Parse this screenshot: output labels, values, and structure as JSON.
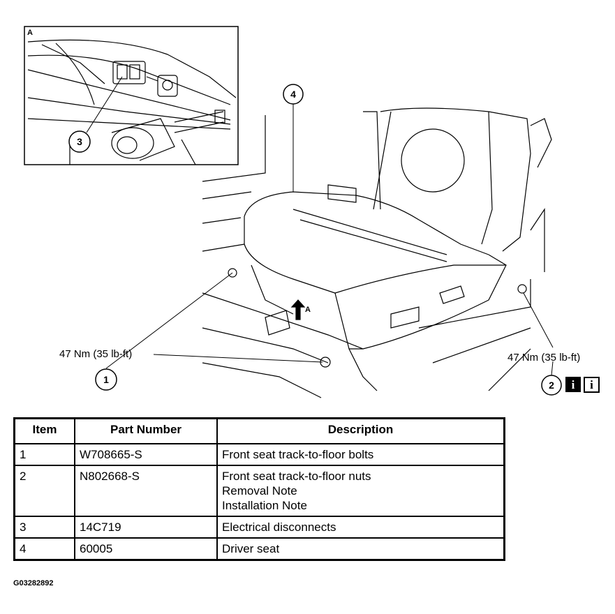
{
  "diagram": {
    "inset_marker": "A",
    "view_marker": "A",
    "callouts": [
      {
        "number": "1"
      },
      {
        "number": "2"
      },
      {
        "number": "3"
      },
      {
        "number": "4"
      }
    ],
    "torque_left": "47 Nm (35 lb-ft)",
    "torque_right": "47 Nm (35 lb-ft)",
    "info_icons": [
      "i",
      "i"
    ]
  },
  "table": {
    "headers": [
      "Item",
      "Part Number",
      "Description"
    ],
    "rows": [
      {
        "item": "1",
        "part": "W708665-S",
        "desc": [
          "Front seat track-to-floor bolts"
        ]
      },
      {
        "item": "2",
        "part": "N802668-S",
        "desc": [
          "Front seat track-to-floor nuts",
          "Removal Note",
          "Installation Note"
        ]
      },
      {
        "item": "3",
        "part": "14C719",
        "desc": [
          "Electrical disconnects"
        ]
      },
      {
        "item": "4",
        "part": "60005",
        "desc": [
          "Driver seat"
        ]
      }
    ]
  },
  "footer_code": "G03282892"
}
